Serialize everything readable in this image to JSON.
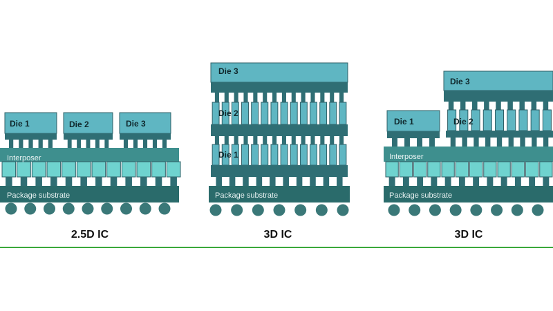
{
  "panels": [
    {
      "caption": "2.5D IC",
      "interposer_label": "Interposer",
      "substrate_label": "Package substrate",
      "dies": [
        "Die 1",
        "Die 2",
        "Die 3"
      ]
    },
    {
      "caption": "3D IC",
      "substrate_label": "Package substrate",
      "dies": [
        "Die 1",
        "Die 2",
        "Die 3"
      ]
    },
    {
      "caption": "3D IC",
      "interposer_label": "Interposer",
      "substrate_label": "Package substrate",
      "dies": [
        "Die 1",
        "Die 2",
        "Die 3"
      ]
    }
  ],
  "colors": {
    "substrate": "#2a6b6b",
    "interposer_bar": "#3e8f8e",
    "interposer_via": "#6fd3cf",
    "die_body": "#5fb6c2",
    "die_edge": "#2f5f66",
    "die_base": "#2f6e74",
    "bump": "#3a7878",
    "divider": "#3aa83a"
  }
}
